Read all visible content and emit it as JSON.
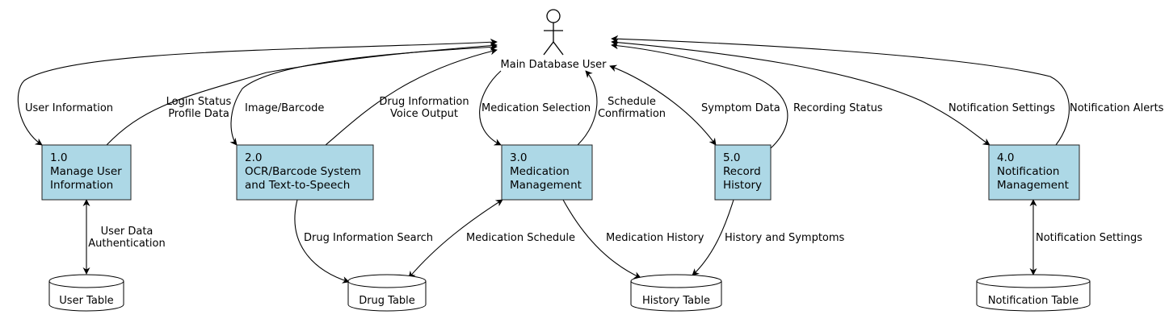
{
  "actor": {
    "name": "Main Database User"
  },
  "processes": [
    {
      "id": "p1",
      "lines": [
        "1.0",
        "Manage User",
        "Information"
      ]
    },
    {
      "id": "p2",
      "lines": [
        "2.0",
        "OCR/Barcode System",
        "and Text-to-Speech"
      ]
    },
    {
      "id": "p3",
      "lines": [
        "3.0",
        "Medication",
        "Management"
      ]
    },
    {
      "id": "p5",
      "lines": [
        "5.0",
        "Record",
        "History"
      ]
    },
    {
      "id": "p4",
      "lines": [
        "4.0",
        "Notification",
        "Management"
      ]
    }
  ],
  "datastores": [
    {
      "id": "d1",
      "label": "User Table"
    },
    {
      "id": "d2",
      "label": "Drug Table"
    },
    {
      "id": "d3",
      "label": "History Table"
    },
    {
      "id": "d4",
      "label": "Notification Table"
    }
  ],
  "flows": [
    {
      "id": "f1",
      "lines": [
        "User Information"
      ]
    },
    {
      "id": "f2",
      "lines": [
        "Login Status",
        "Profile Data"
      ]
    },
    {
      "id": "f3",
      "lines": [
        "Image/Barcode"
      ]
    },
    {
      "id": "f4",
      "lines": [
        "Drug Information",
        "Voice Output"
      ]
    },
    {
      "id": "f5",
      "lines": [
        "Medication Selection"
      ]
    },
    {
      "id": "f6",
      "lines": [
        "Schedule",
        "Confirmation"
      ]
    },
    {
      "id": "f7",
      "lines": [
        "Symptom Data"
      ]
    },
    {
      "id": "f8",
      "lines": [
        "Recording Status"
      ]
    },
    {
      "id": "f9",
      "lines": [
        "Notification Settings"
      ]
    },
    {
      "id": "f10",
      "lines": [
        "Notification Alerts"
      ]
    },
    {
      "id": "f11",
      "lines": [
        "User Data",
        "Authentication"
      ]
    },
    {
      "id": "f12",
      "lines": [
        "Drug Information Search"
      ]
    },
    {
      "id": "f13",
      "lines": [
        "Medication Schedule"
      ]
    },
    {
      "id": "f14",
      "lines": [
        "Medication History"
      ]
    },
    {
      "id": "f15",
      "lines": [
        "History and Symptoms"
      ]
    },
    {
      "id": "f16",
      "lines": [
        "Notification Settings"
      ]
    }
  ]
}
